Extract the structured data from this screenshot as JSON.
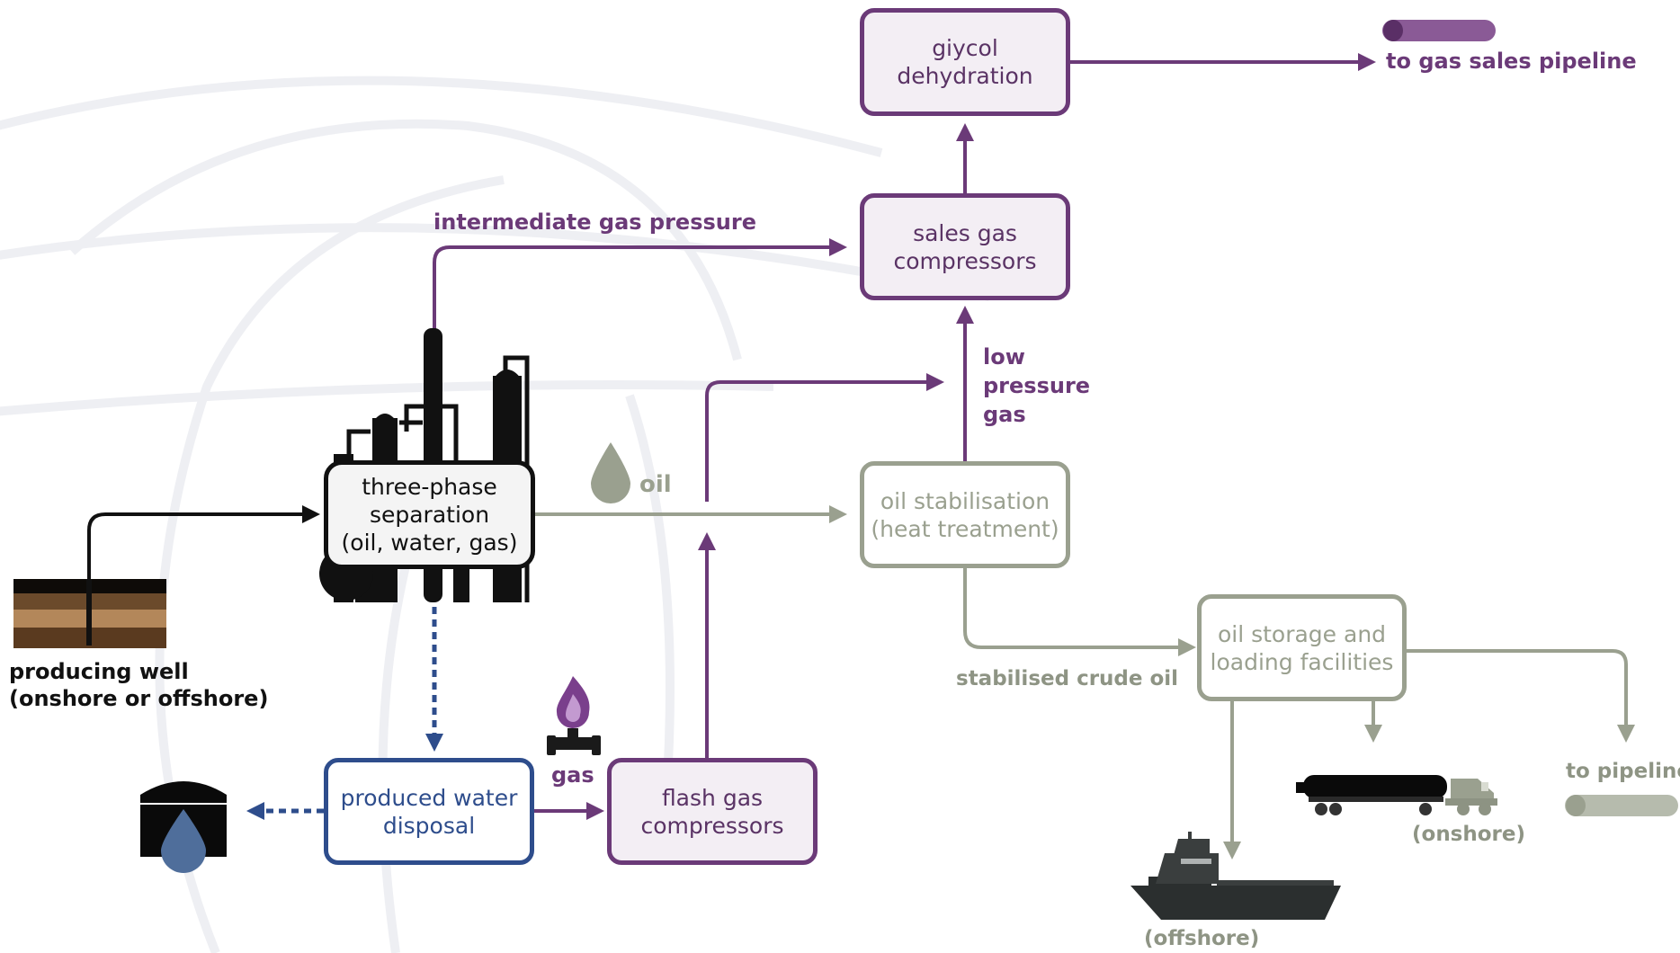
{
  "nodes": {
    "glycol": {
      "lines": [
        "giycol",
        "dehydration"
      ]
    },
    "sales_compressors": {
      "lines": [
        "sales gas",
        "compressors"
      ]
    },
    "oil_stabilisation": {
      "lines": [
        "oil stabilisation",
        "(heat treatment)"
      ]
    },
    "oil_storage": {
      "lines": [
        "oil storage and",
        "loading facilities"
      ]
    },
    "separation": {
      "lines": [
        "three-phase",
        "separation",
        "(oil, water, gas)"
      ]
    },
    "water_disposal": {
      "lines": [
        "produced water",
        "disposal"
      ]
    },
    "flash_compressors": {
      "lines": [
        "flash gas",
        "compressors"
      ]
    }
  },
  "labels": {
    "to_gas_sales": "to gas sales pipeline",
    "intermediate_gas": "intermediate gas pressure",
    "low_pressure_gas": [
      "low",
      "pressure",
      "gas"
    ],
    "oil": "oil",
    "gas": "gas",
    "stabilised_crude": "stabilised crude oil",
    "to_pipeline": "to pipeline",
    "onshore": "(onshore)",
    "offshore": "(offshore)",
    "producing_well": [
      "producing well",
      "(onshore or offshore)"
    ]
  },
  "colors": {
    "gas_flow": "#6b3a78",
    "oil_flow": "#9aa08f",
    "water_flow": "#2e4d8c",
    "well_flow": "#111111"
  },
  "icons": [
    "gas-pipeline-icon",
    "oil-pipeline-icon",
    "refinery-icon",
    "oil-drop-icon",
    "gas-flame-icon",
    "water-tank-icon",
    "well-strata-icon",
    "tanker-truck-icon",
    "supply-ship-icon"
  ]
}
